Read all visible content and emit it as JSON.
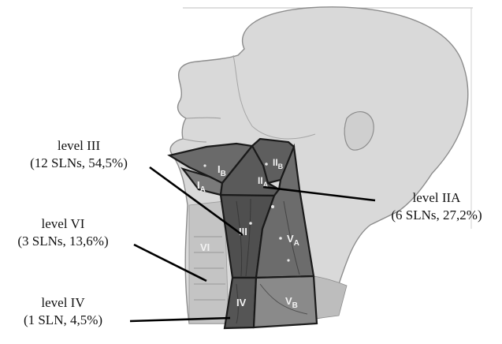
{
  "callouts": [
    {
      "key": "level_iii",
      "title": "level III",
      "detail": "(12 SLNs, 54,5%)"
    },
    {
      "key": "level_vi",
      "title": "level VI",
      "detail": "(3 SLNs, 13,6%)"
    },
    {
      "key": "level_iv",
      "title": "level IV",
      "detail": "(1 SLN, 4,5%)"
    },
    {
      "key": "level_iia",
      "title": "level IIA",
      "detail": "(6 SLNs, 27,2%)"
    }
  ],
  "zones": {
    "ib": {
      "main": "I",
      "sub": "B"
    },
    "ia": {
      "main": "I",
      "sub": "A"
    },
    "iib": {
      "main": "II",
      "sub": "B"
    },
    "iia": {
      "main": "II",
      "sub": "A"
    },
    "iii": {
      "main": "III"
    },
    "iv": {
      "main": "IV"
    },
    "va": {
      "main": "V",
      "sub": "A"
    },
    "vb": {
      "main": "V",
      "sub": "B"
    },
    "vi": {
      "main": "VI"
    }
  },
  "colors": {
    "head_fill": "#d9d9d9",
    "outline": "#8c8c8c",
    "level_dark": "#5a5a5a",
    "level_mid": "#7a7a7a",
    "level_border": "#1a1a1a",
    "text": "#111111"
  }
}
